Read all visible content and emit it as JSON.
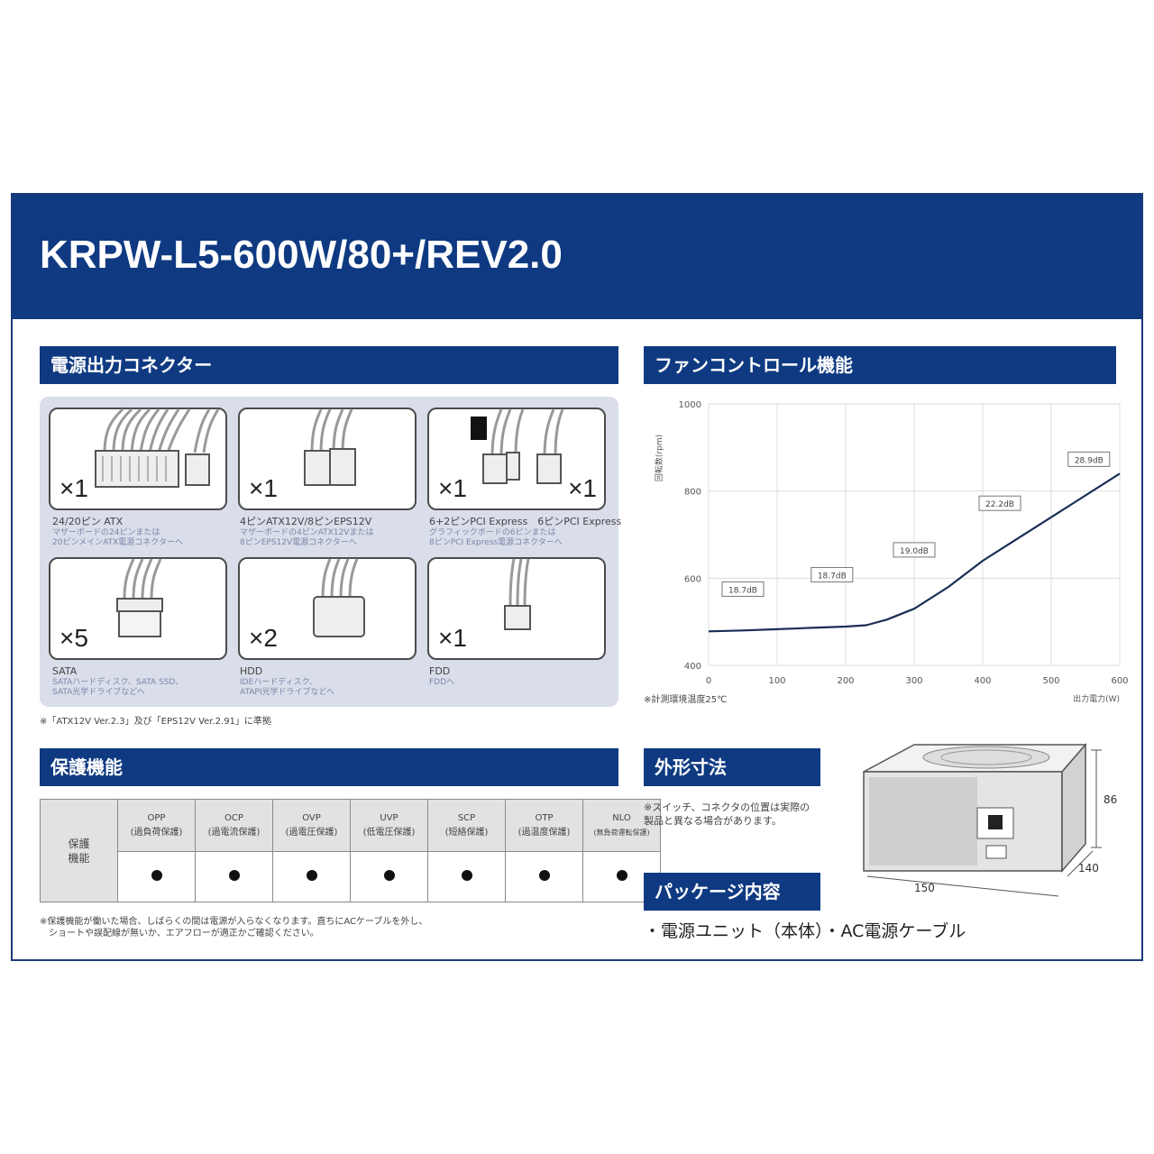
{
  "product": {
    "title": "KRPW-L5-600W/80+/REV2.0"
  },
  "connectors": {
    "heading": "電源出力コネクター",
    "items": [
      {
        "qty": "×1",
        "label": "24/20ピン ATX",
        "desc": "マザーボードの24ピンまたは\n20ピンメインATX電源コネクターへ"
      },
      {
        "qty": "×1",
        "label": "4ピンATX12V/8ピンEPS12V",
        "desc": "マザーボードの4ピンATX12Vまたは\n8ピンEPS12V電源コネクターへ"
      },
      {
        "qty": "×1",
        "qty2": "×1",
        "label": "6+2ピンPCI Express　6ピンPCI Express",
        "desc": "グラフィックボードの6ピンまたは\n8ピンPCI Express電源コネクターへ"
      },
      {
        "qty": "×5",
        "label": "SATA",
        "desc": "SATAハードディスク、SATA SSD、\nSATA光学ドライブなどへ"
      },
      {
        "qty": "×2",
        "label": "HDD",
        "desc": "IDEハードディスク、\nATAPI光学ドライブなどへ"
      },
      {
        "qty": "×1",
        "label": "FDD",
        "desc": "FDDへ"
      }
    ],
    "note": "※「ATX12V Ver.2.3」及び「EPS12V Ver.2.91」に準拠"
  },
  "protection": {
    "heading": "保護機能",
    "side_label": "保護\n機能",
    "columns": [
      {
        "code": "OPP",
        "name": "(過負荷保護)"
      },
      {
        "code": "OCP",
        "name": "(過電流保護)"
      },
      {
        "code": "OVP",
        "name": "(過電圧保護)"
      },
      {
        "code": "UVP",
        "name": "(低電圧保護)"
      },
      {
        "code": "SCP",
        "name": "(短絡保護)"
      },
      {
        "code": "OTP",
        "name": "(過温度保護)"
      },
      {
        "code": "NLO",
        "name": "(無負荷運転保護)"
      }
    ],
    "note": "※保護機能が働いた場合、しばらくの間は電源が入らなくなります。直ちにACケーブルを外し、\n　ショートや誤配線が無いか、エアフローが適正かご確認ください。"
  },
  "fan": {
    "heading": "ファンコントロール機能",
    "note": "※計測環境温度25℃"
  },
  "chart_data": {
    "type": "line",
    "title": "",
    "xlabel": "出力電力(W)",
    "ylabel": "回転数(rpm)",
    "xlim": [
      0,
      600
    ],
    "ylim": [
      400,
      1000
    ],
    "xticks": [
      0,
      100,
      200,
      300,
      400,
      500,
      600
    ],
    "yticks": [
      400,
      600,
      800,
      1000
    ],
    "grid": true,
    "series": [
      {
        "x": [
          0,
          50,
          100,
          150,
          200,
          230,
          260,
          300,
          350,
          400,
          450,
          500,
          550,
          600
        ],
        "y": [
          478,
          480,
          483,
          486,
          489,
          492,
          505,
          530,
          580,
          640,
          690,
          740,
          790,
          840
        ]
      }
    ],
    "annotations": [
      {
        "x": 50,
        "y": 575,
        "text": "18.7dB"
      },
      {
        "x": 180,
        "y": 608,
        "text": "18.7dB"
      },
      {
        "x": 300,
        "y": 665,
        "text": "19.0dB"
      },
      {
        "x": 425,
        "y": 772,
        "text": "22.2dB"
      },
      {
        "x": 555,
        "y": 873,
        "text": "28.9dB"
      }
    ]
  },
  "dimensions": {
    "heading": "外形寸法",
    "note": "※スイッチ、コネクタの位置は実際の\n製品と異なる場合があります。",
    "height": "86",
    "depth": "140",
    "width": "150"
  },
  "package": {
    "heading": "パッケージ内容",
    "contents": "・電源ユニット（本体）・AC電源ケーブル"
  }
}
